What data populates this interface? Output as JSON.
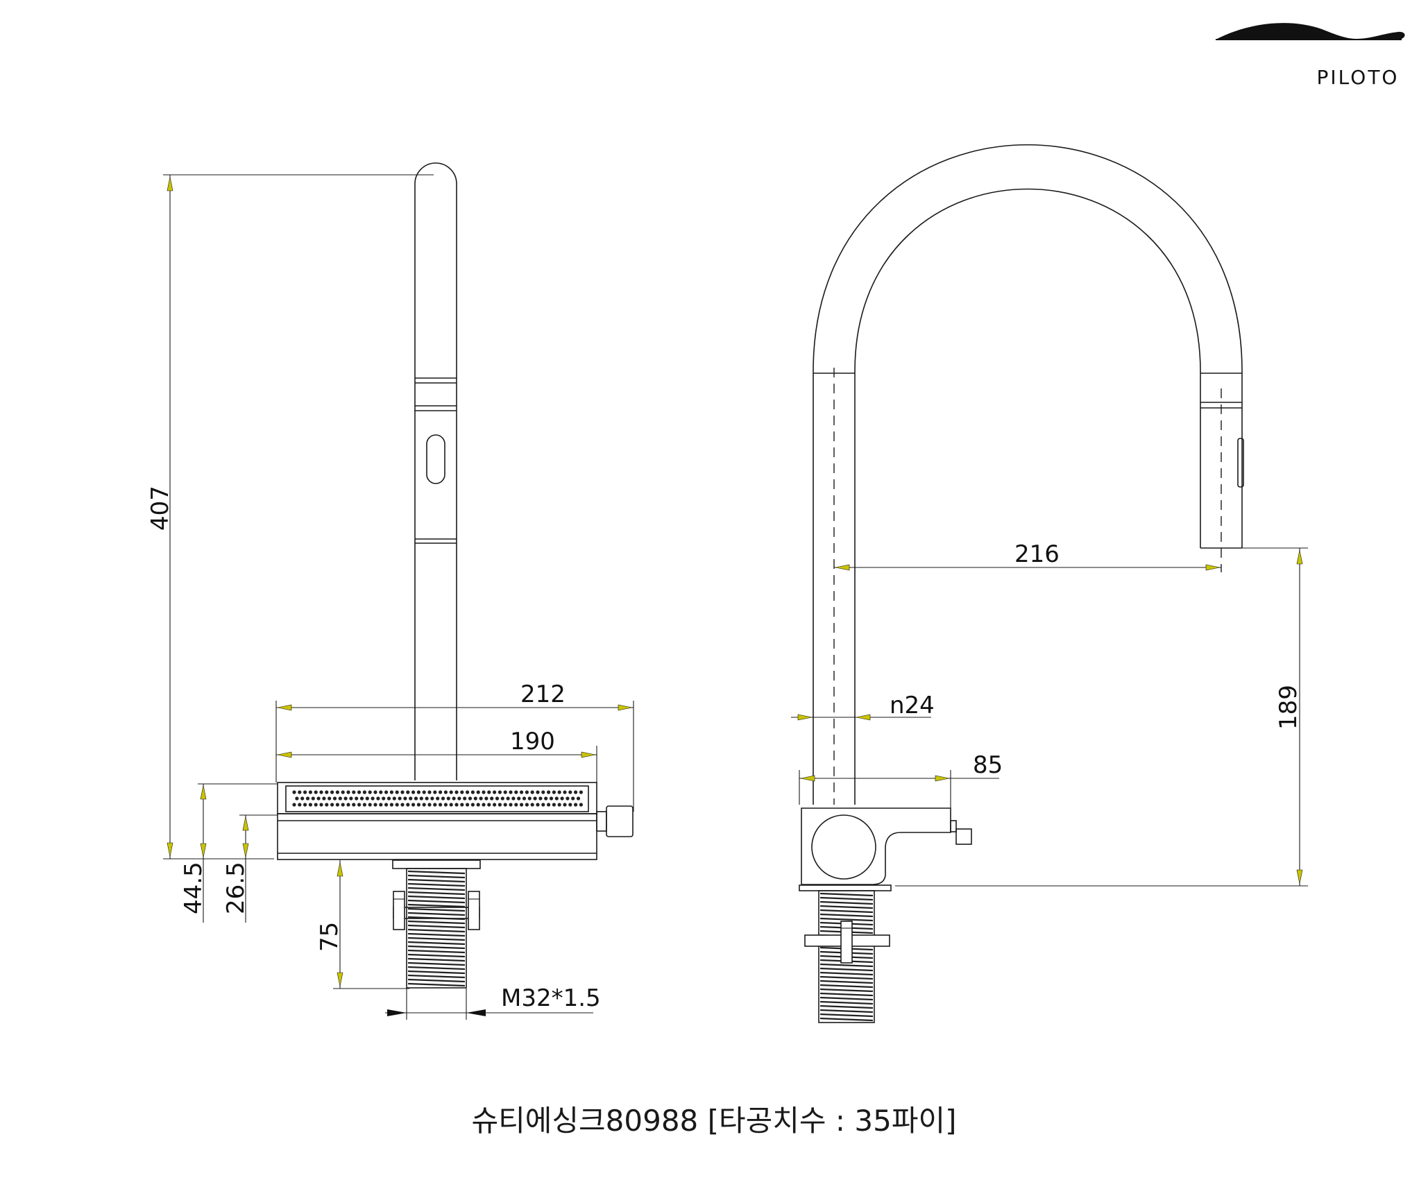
{
  "brand": {
    "name": "PILOTO"
  },
  "caption": "슈티에싱크80988 [타공치수 : 35파이]",
  "dimensions": {
    "total_height": "407",
    "top_width": "212",
    "tray_width": "190",
    "base_height": "44.5",
    "body_height": "26.5",
    "shank_length": "75",
    "thread": "M32*1.5",
    "reach": "216",
    "spout_clearance": "189",
    "tube_diameter": "n24",
    "body_offset": "85"
  }
}
